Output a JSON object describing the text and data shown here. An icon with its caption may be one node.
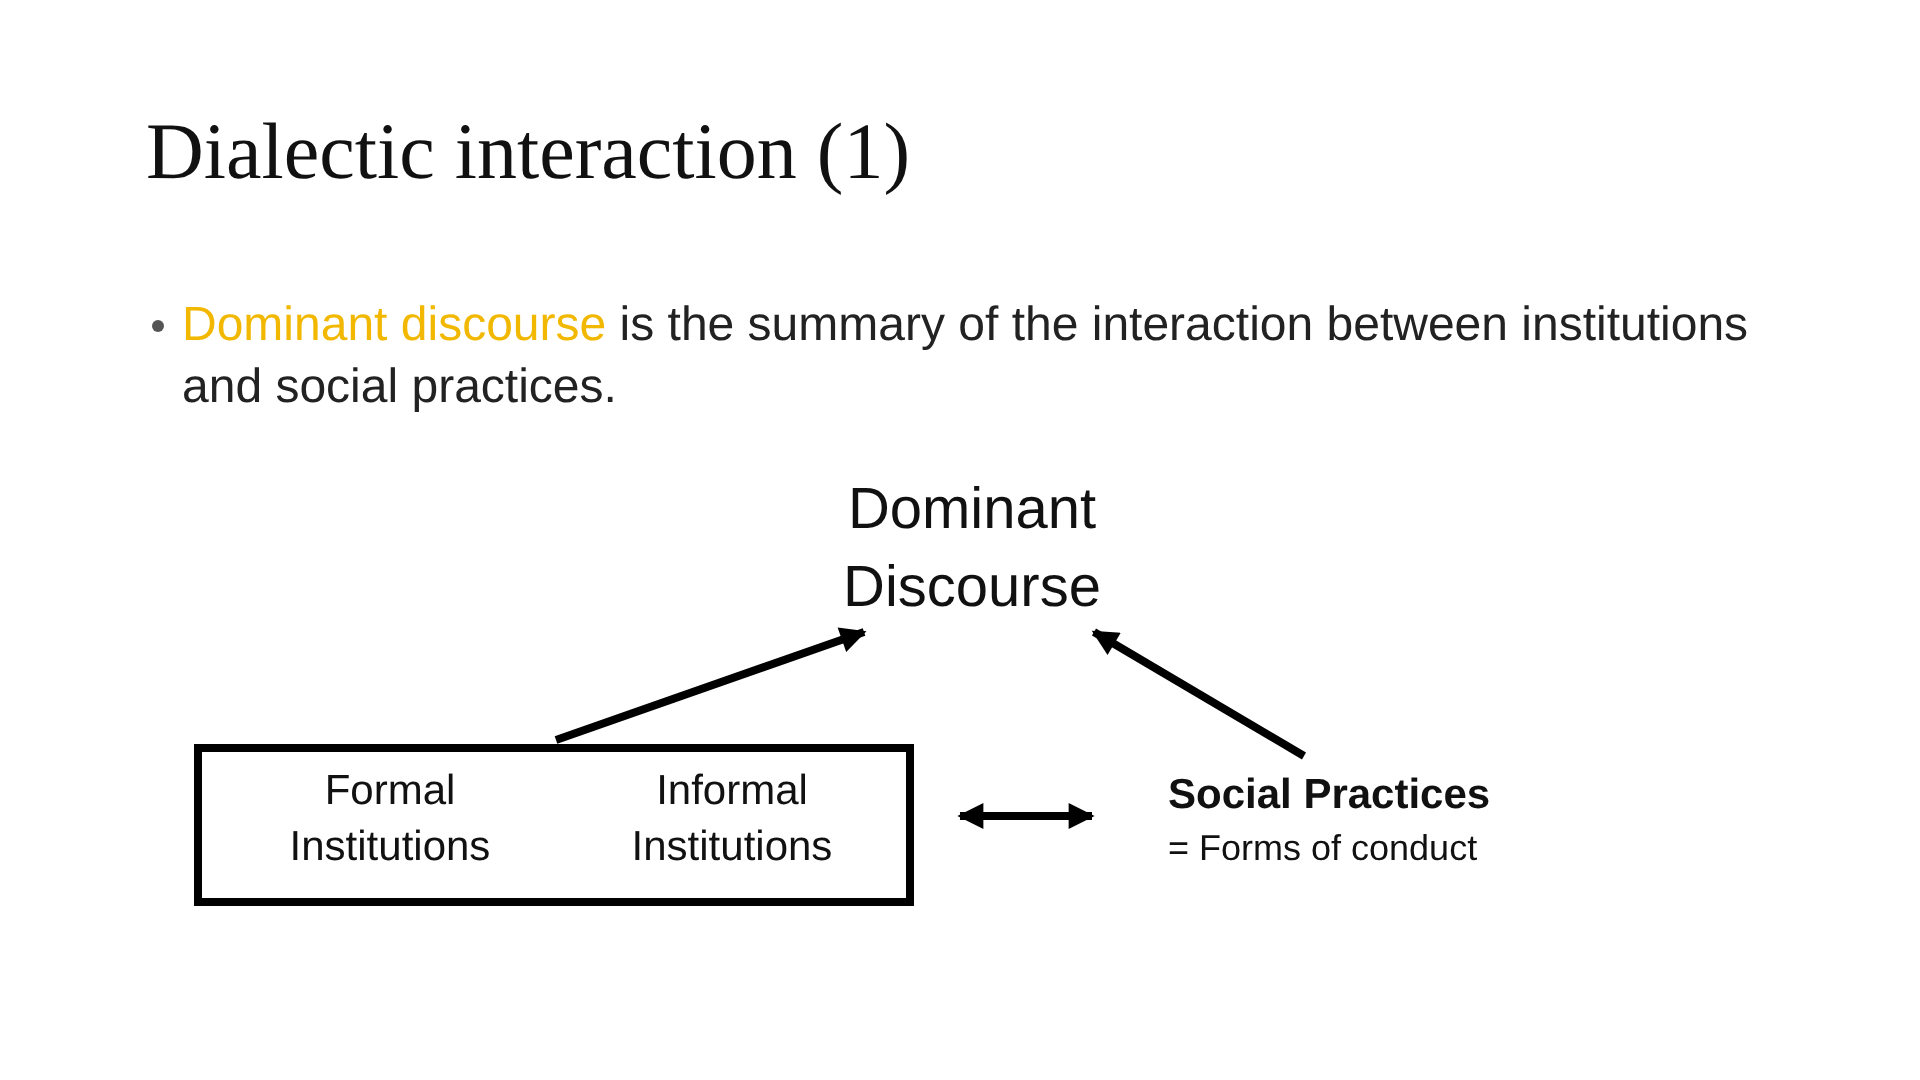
{
  "diagram": {
    "title": "Dialectic interaction (1)",
    "nodes": [
      {
        "text": [
          "Dominant Discourse"
        ]
      },
      {
        "text": [],
        "shape": "box"
      },
      {
        "text": [
          "Formal Institutions"
        ],
        "in": 1
      },
      {
        "text": [
          "Informal Institutions"
        ],
        "in": 1
      },
      {
        "text": [
          "Social Practices",
          "= Forms of conduct"
        ]
      }
    ],
    "edges": [
      {
        "from": 1,
        "to": 0,
        "arrow": "to"
      },
      {
        "from": 4,
        "to": 0,
        "arrow": "to"
      },
      {
        "from": 1,
        "to": 4,
        "arrow": "both"
      }
    ],
    "labels": [
      "**Dominant discourse** is the summary of the interaction between institutions and social practices."
    ]
  }
}
